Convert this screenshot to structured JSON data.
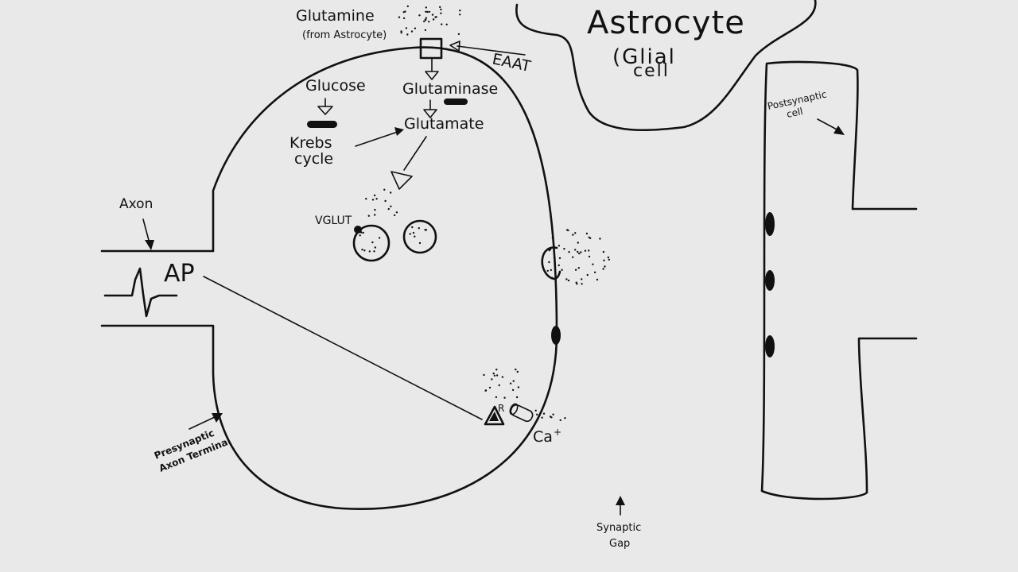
{
  "title": "Astrocyte",
  "colors": {
    "background": "#e9e9ea",
    "ink": "#111111"
  },
  "labels": {
    "astrocyte_title": "Astrocyte",
    "astrocyte_sub1": "(Glial",
    "astrocyte_sub2": "cell",
    "glutamine": "Glutamine",
    "from_astrocyte": "(from Astrocyte)",
    "eaat": "EAAT",
    "glucose": "Glucose",
    "glutaminase": "Glutaminase",
    "glutamate": "Glutamate",
    "krebs": "Krebs",
    "cycle": "cycle",
    "axon": "Axon",
    "ap": "AP",
    "vglut": "VGLUT",
    "ca": "Ca",
    "ca_charge": "+",
    "presynaptic_line1": "Presynaptic",
    "presynaptic_line2": "Axon Terminal",
    "synaptic_line1": "Synaptic",
    "synaptic_line2": "Gap",
    "postsynaptic_line1": "Postsynaptic",
    "postsynaptic_line2": "cell",
    "receptor_mark": "R"
  }
}
